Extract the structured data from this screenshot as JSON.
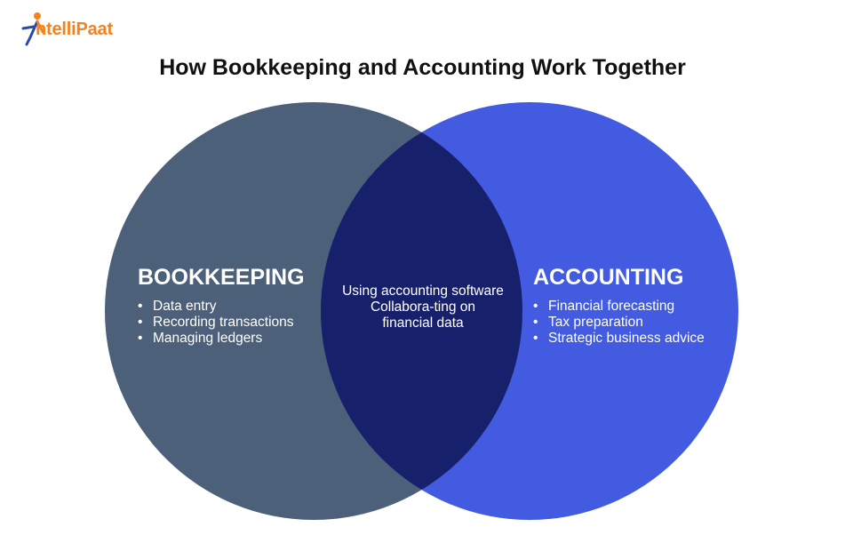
{
  "logo": {
    "text": "ntelliPaat",
    "colors": {
      "figure_blue": "#2b4aa8",
      "figure_orange": "#f58220"
    }
  },
  "title": "How Bookkeeping and Accounting Work Together",
  "venn": {
    "colors": {
      "left": "#4d6079",
      "right": "#425be0",
      "overlap": "#17216b"
    },
    "left": {
      "heading": "BOOKKEEPING",
      "items": [
        "Data entry",
        "Recording transactions",
        "Managing ledgers"
      ]
    },
    "right": {
      "heading": "ACCOUNTING",
      "items": [
        "Financial forecasting",
        "Tax preparation",
        "Strategic business advice"
      ]
    },
    "overlap": {
      "lines": [
        "Using accounting software",
        "Collabora-ting on",
        "financial data"
      ]
    }
  }
}
